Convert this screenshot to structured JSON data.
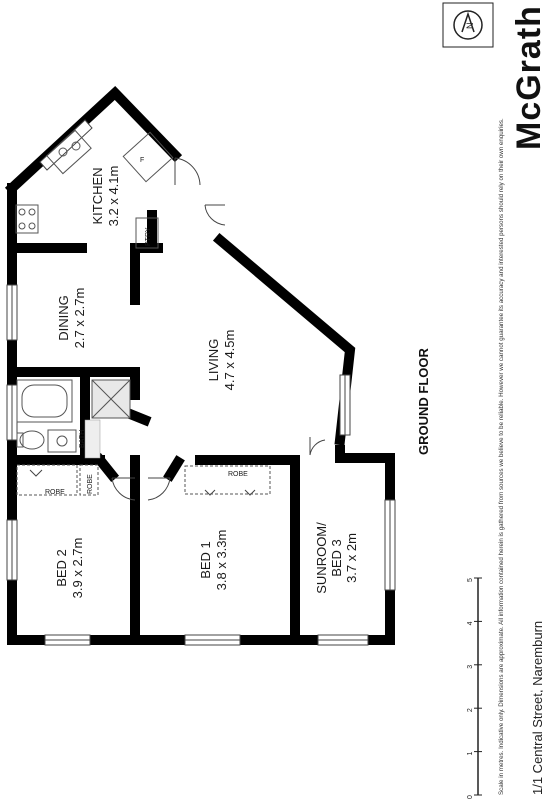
{
  "brand": {
    "name": "McGrath",
    "disclaimer": "Scale in metres. Indicative only. Dimensions are approximate. All information contained herein is gathered from sources we believe to be reliable. However we cannot guarantee its accuracy and interested persons should rely on their own enquiries."
  },
  "property": {
    "address": "1/1 Central Street, Naremburn",
    "floor": "GROUND FLOOR"
  },
  "rooms": {
    "kitchen": {
      "name": "KITCHEN",
      "dims": "3.2 x 4.1m"
    },
    "dining": {
      "name": "DINING",
      "dims": "2.7 x 2.7m"
    },
    "living": {
      "name": "LIVING",
      "dims": "4.7 x 4.5m"
    },
    "bed2": {
      "name": "BED 2",
      "dims": "3.9 x 2.7m"
    },
    "bed1": {
      "name": "BED 1",
      "dims": "3.8 x 3.3m"
    },
    "sunroom": {
      "line1": "SUNROOM/",
      "line2": "BED 3",
      "dims": "3.7 x 2m"
    }
  },
  "small_labels": {
    "pantry": "PTRY",
    "bath": "BATH",
    "robe_bed2": "ROBE",
    "robe_small": "ROBE",
    "robe_bed1": "ROBE",
    "fridge": "F"
  },
  "scale": {
    "ticks": [
      "0",
      "1",
      "2",
      "3",
      "4",
      "5"
    ]
  },
  "colors": {
    "walls": "#000000",
    "background": "#ffffff"
  },
  "icons": {
    "logo": "compass-logo-icon"
  }
}
